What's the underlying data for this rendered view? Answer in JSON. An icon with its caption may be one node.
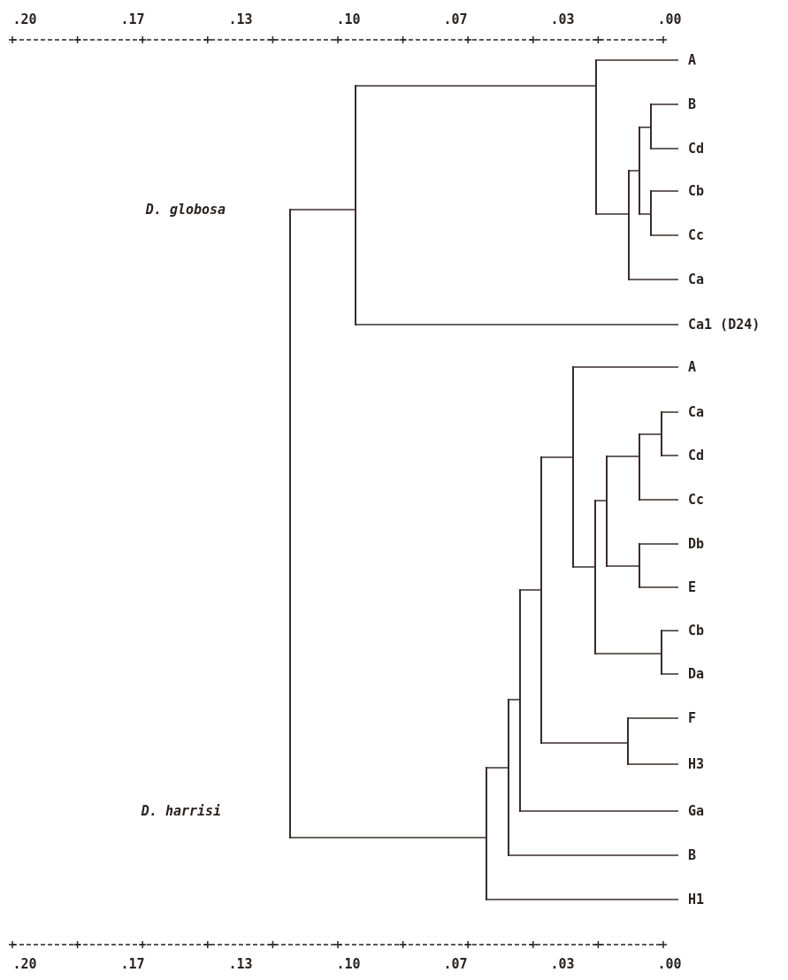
{
  "diagram": {
    "nodes": [
      {
        "text": [],
        "shape": "bar"
      },
      {
        "text": [],
        "shape": "bar"
      },
      {
        "text": [],
        "shape": "bar"
      },
      {
        "text": [
          "A"
        ]
      },
      {
        "text": [],
        "shape": "bar"
      },
      {
        "text": [],
        "shape": "bar"
      },
      {
        "text": [],
        "shape": "bar"
      },
      {
        "text": [
          "B"
        ]
      },
      {
        "text": [
          "Cd"
        ]
      },
      {
        "text": [],
        "shape": "bar"
      },
      {
        "text": [
          "Cb"
        ]
      },
      {
        "text": [
          "Cc"
        ]
      },
      {
        "text": [
          "Ca"
        ]
      },
      {
        "text": [
          "Ca1 (D24)"
        ]
      },
      {
        "text": [],
        "shape": "bar"
      },
      {
        "text": [],
        "shape": "bar"
      },
      {
        "text": [],
        "shape": "bar"
      },
      {
        "text": [],
        "shape": "bar"
      },
      {
        "text": [],
        "shape": "bar"
      },
      {
        "text": [
          "A"
        ]
      },
      {
        "text": [],
        "shape": "bar"
      },
      {
        "text": [],
        "shape": "bar"
      },
      {
        "text": [],
        "shape": "bar"
      },
      {
        "text": [],
        "shape": "bar"
      },
      {
        "text": [
          "Ca"
        ]
      },
      {
        "text": [
          "Cd"
        ]
      },
      {
        "text": [
          "Cc"
        ]
      },
      {
        "text": [],
        "shape": "bar"
      },
      {
        "text": [
          "Db"
        ]
      },
      {
        "text": [
          "E"
        ]
      },
      {
        "text": [],
        "shape": "bar"
      },
      {
        "text": [
          "Cb"
        ]
      },
      {
        "text": [
          "Da"
        ]
      },
      {
        "text": [],
        "shape": "bar"
      },
      {
        "text": [
          "F"
        ]
      },
      {
        "text": [
          "H3"
        ]
      },
      {
        "text": [
          "Ga"
        ]
      },
      {
        "text": [
          "B"
        ]
      },
      {
        "text": [
          "H1"
        ]
      }
    ],
    "edges": [
      {
        "from": 0,
        "to": 1,
        "arrow": "none"
      },
      {
        "from": 0,
        "to": 14,
        "arrow": "none"
      },
      {
        "from": 1,
        "to": 2,
        "arrow": "none"
      },
      {
        "from": 1,
        "to": 13,
        "arrow": "none"
      },
      {
        "from": 2,
        "to": 3,
        "arrow": "none"
      },
      {
        "from": 2,
        "to": 4,
        "arrow": "none"
      },
      {
        "from": 4,
        "to": 5,
        "arrow": "none"
      },
      {
        "from": 4,
        "to": 12,
        "arrow": "none"
      },
      {
        "from": 5,
        "to": 6,
        "arrow": "none"
      },
      {
        "from": 5,
        "to": 9,
        "arrow": "none"
      },
      {
        "from": 6,
        "to": 7,
        "arrow": "none"
      },
      {
        "from": 6,
        "to": 8,
        "arrow": "none"
      },
      {
        "from": 9,
        "to": 10,
        "arrow": "none"
      },
      {
        "from": 9,
        "to": 11,
        "arrow": "none"
      },
      {
        "from": 14,
        "to": 15,
        "arrow": "none"
      },
      {
        "from": 14,
        "to": 38,
        "arrow": "none"
      },
      {
        "from": 15,
        "to": 16,
        "arrow": "none"
      },
      {
        "from": 15,
        "to": 37,
        "arrow": "none"
      },
      {
        "from": 16,
        "to": 17,
        "arrow": "none"
      },
      {
        "from": 16,
        "to": 36,
        "arrow": "none"
      },
      {
        "from": 17,
        "to": 18,
        "arrow": "none"
      },
      {
        "from": 17,
        "to": 33,
        "arrow": "none"
      },
      {
        "from": 18,
        "to": 19,
        "arrow": "none"
      },
      {
        "from": 18,
        "to": 20,
        "arrow": "none"
      },
      {
        "from": 20,
        "to": 21,
        "arrow": "none"
      },
      {
        "from": 20,
        "to": 30,
        "arrow": "none"
      },
      {
        "from": 21,
        "to": 22,
        "arrow": "none"
      },
      {
        "from": 21,
        "to": 27,
        "arrow": "none"
      },
      {
        "from": 22,
        "to": 23,
        "arrow": "none"
      },
      {
        "from": 22,
        "to": 26,
        "arrow": "none"
      },
      {
        "from": 23,
        "to": 24,
        "arrow": "none"
      },
      {
        "from": 23,
        "to": 25,
        "arrow": "none"
      },
      {
        "from": 27,
        "to": 28,
        "arrow": "none"
      },
      {
        "from": 27,
        "to": 29,
        "arrow": "none"
      },
      {
        "from": 30,
        "to": 31,
        "arrow": "none"
      },
      {
        "from": 30,
        "to": 32,
        "arrow": "none"
      },
      {
        "from": 33,
        "to": 34,
        "arrow": "none"
      },
      {
        "from": 33,
        "to": 35,
        "arrow": "none"
      }
    ],
    "labels": [
      ".20",
      ".17",
      ".13",
      ".10",
      ".07",
      ".03",
      ".00",
      "D. globosa",
      "D. harrisi",
      ".20",
      ".17",
      ".13",
      ".10",
      ".07",
      ".03",
      ".00"
    ]
  }
}
